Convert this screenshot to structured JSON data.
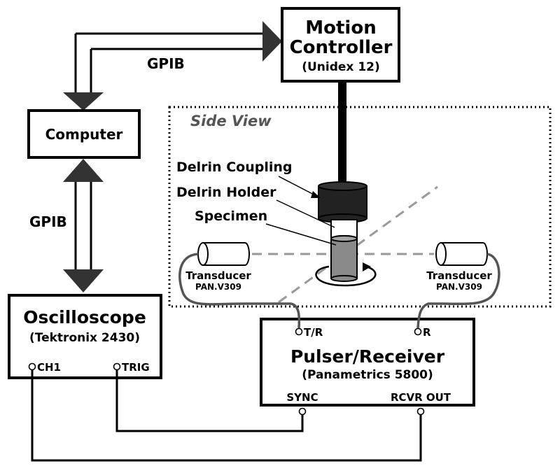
{
  "motion_controller": {
    "title_line1": "Motion",
    "title_line2": "Controller",
    "model": "(Unidex 12)"
  },
  "computer": {
    "title": "Computer"
  },
  "oscilloscope": {
    "title": "Oscilloscope",
    "model": "(Tektronix 2430)",
    "port_ch1": "CH1",
    "port_trig": "TRIG"
  },
  "pulser": {
    "title": "Pulser/Receiver",
    "model": "(Panametrics 5800)",
    "port_tr": "T/R",
    "port_r": "R",
    "port_sync": "SYNC",
    "port_rcvr": "RCVR OUT"
  },
  "links": {
    "gpib_top": "GPIB",
    "gpib_left": "GPIB"
  },
  "side_view": {
    "title": "Side View",
    "coupling_label": "Delrin Coupling",
    "holder_label": "Delrin Holder",
    "specimen_label": "Specimen",
    "left_transducer": {
      "name": "Transducer",
      "model": "PAN.V309"
    },
    "right_transducer": {
      "name": "Transducer",
      "model": "PAN.V309"
    }
  },
  "colors": {
    "line": "#000000",
    "coupling": "#222222",
    "specimen": "#8a8a8a",
    "beam": "#999999",
    "cable": "#555555"
  }
}
